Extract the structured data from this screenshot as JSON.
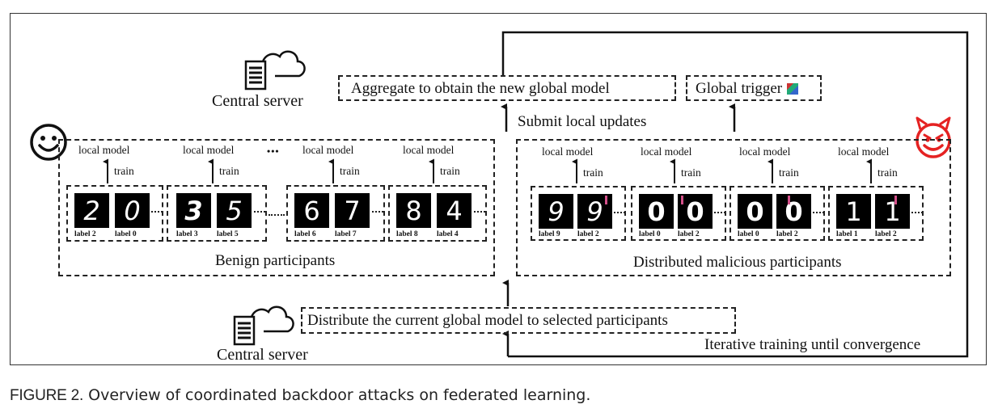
{
  "figure": {
    "server_top_label": "Central server",
    "server_bottom_label": "Central server",
    "aggregate_label": "Aggregate to obtain the new global model",
    "global_trigger_label": "Global trigger",
    "submit_label": "Submit local updates",
    "distribute_label": "Distribute the current global model to selected participants",
    "iterative_label": "Iterative training until convergence",
    "benign_label": "Benign participants",
    "malicious_label": "Distributed malicious participants",
    "ellipsis": "•••",
    "benign_groups": [
      {
        "top": "local model",
        "train": "train",
        "labels": [
          "label 2",
          "label 0"
        ],
        "digits": [
          "2",
          "0"
        ]
      },
      {
        "top": "local model",
        "train": "train",
        "labels": [
          "label 3",
          "label 5"
        ],
        "digits": [
          "3",
          "5"
        ]
      },
      {
        "top": "local model",
        "train": "train",
        "labels": [
          "label 6",
          "label 7"
        ],
        "digits": [
          "6",
          "7"
        ]
      },
      {
        "top": "local model",
        "train": "train",
        "labels": [
          "label 8",
          "label 4"
        ],
        "digits": [
          "8",
          "4"
        ]
      }
    ],
    "malicious_groups": [
      {
        "top": "local model",
        "train": "train",
        "labels": [
          "label 9",
          "label 2"
        ],
        "digits": [
          "9",
          "9"
        ]
      },
      {
        "top": "local model",
        "train": "train",
        "labels": [
          "label 0",
          "label 2"
        ],
        "digits": [
          "0",
          "0"
        ]
      },
      {
        "top": "local model",
        "train": "train",
        "labels": [
          "label 0",
          "label 2"
        ],
        "digits": [
          "0",
          "0"
        ]
      },
      {
        "top": "local model",
        "train": "train",
        "labels": [
          "label 1",
          "label 2"
        ],
        "digits": [
          "1",
          "1"
        ]
      }
    ]
  },
  "icons": {
    "server": "server-cloud-icon",
    "benign": "smiley-face-icon",
    "malicious": "devil-face-icon",
    "trigger": "trigger-pattern-icon"
  },
  "colors": {
    "devil": "#e52222",
    "trigger_marks": "#d4508a"
  },
  "caption": {
    "figure_number": "FIGURE 2.",
    "text": "Overview of coordinated backdoor attacks on federated learning."
  }
}
